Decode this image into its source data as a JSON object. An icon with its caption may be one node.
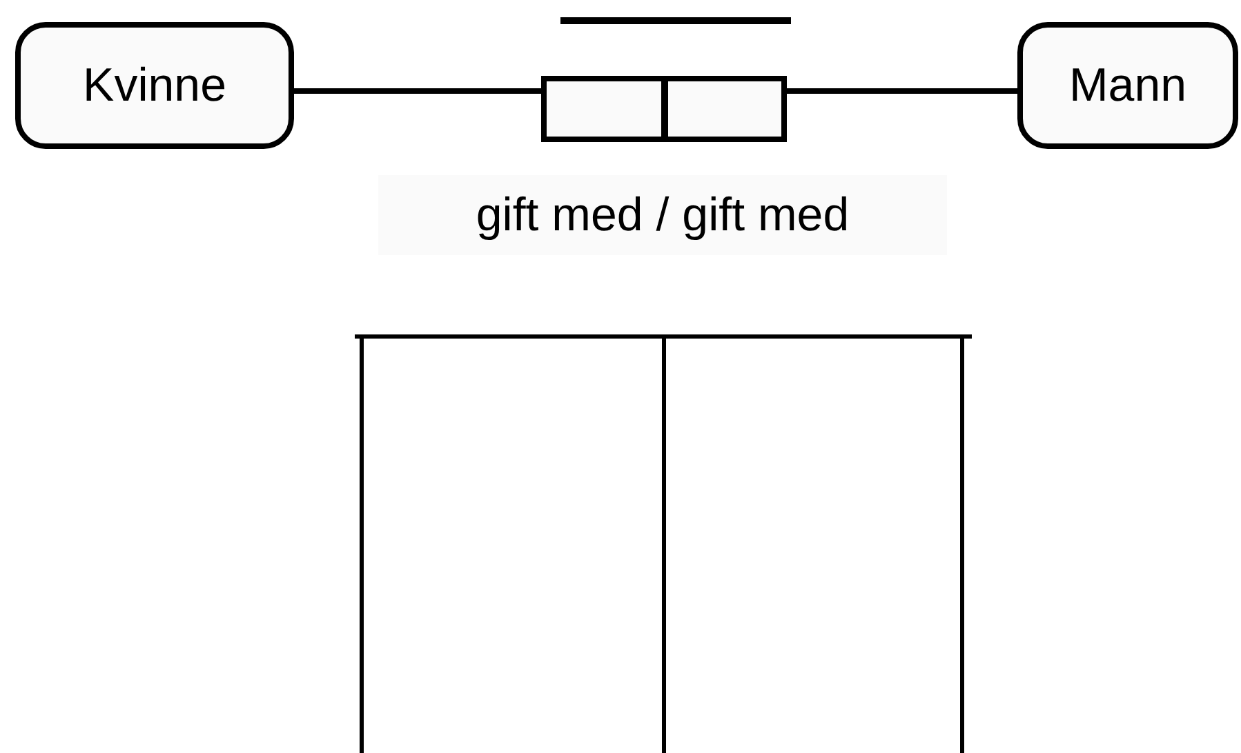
{
  "diagram": {
    "nodes": [
      {
        "text": [
          "Kvinne"
        ]
      },
      {
        "text": [
          "Mann"
        ]
      },
      {
        "text": [],
        "shape": "box"
      },
      {
        "text": [],
        "shape": "box"
      }
    ],
    "edges": [
      {
        "from": 0,
        "to": 2,
        "arrow": "none"
      },
      {
        "from": 1,
        "to": 3,
        "arrow": "none"
      }
    ],
    "labels": [
      "gift med / gift med"
    ]
  }
}
